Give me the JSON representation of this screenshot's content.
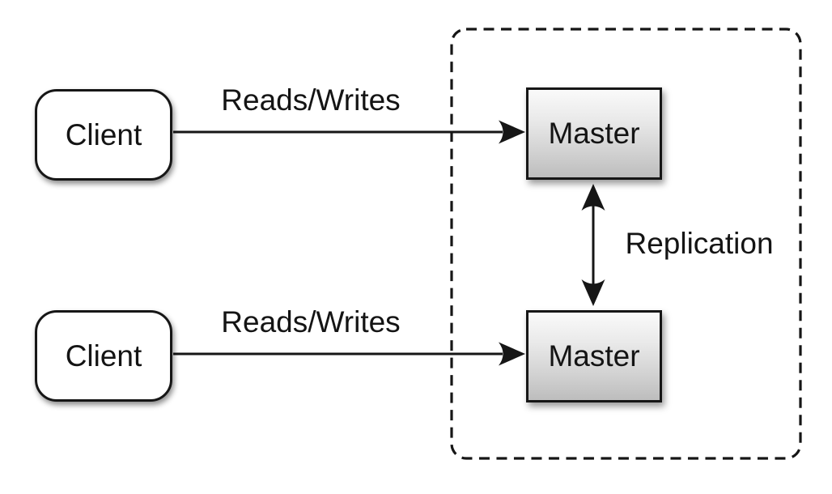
{
  "diagram": {
    "type": "architecture-diagram",
    "nodes": {
      "client1": {
        "label": "Client"
      },
      "client2": {
        "label": "Client"
      },
      "master1": {
        "label": "Master"
      },
      "master2": {
        "label": "Master"
      }
    },
    "edges": {
      "reads_writes_top": {
        "label": "Reads/Writes",
        "from": "client1",
        "to": "master1",
        "direction": "one-way"
      },
      "reads_writes_bottom": {
        "label": "Reads/Writes",
        "from": "client2",
        "to": "master2",
        "direction": "one-way"
      },
      "replication": {
        "label": "Replication",
        "from": "master1",
        "to": "master2",
        "direction": "two-way"
      }
    },
    "cluster": {
      "style": "dashed-rounded-rect",
      "contains": [
        "master1",
        "master2"
      ]
    },
    "colors": {
      "background": "#ffffff",
      "stroke": "#161616",
      "text": "#141414",
      "client_fill": "#ffffff",
      "master_gradient_top": "#fafafa",
      "master_gradient_bottom": "#bdbdbd"
    }
  }
}
